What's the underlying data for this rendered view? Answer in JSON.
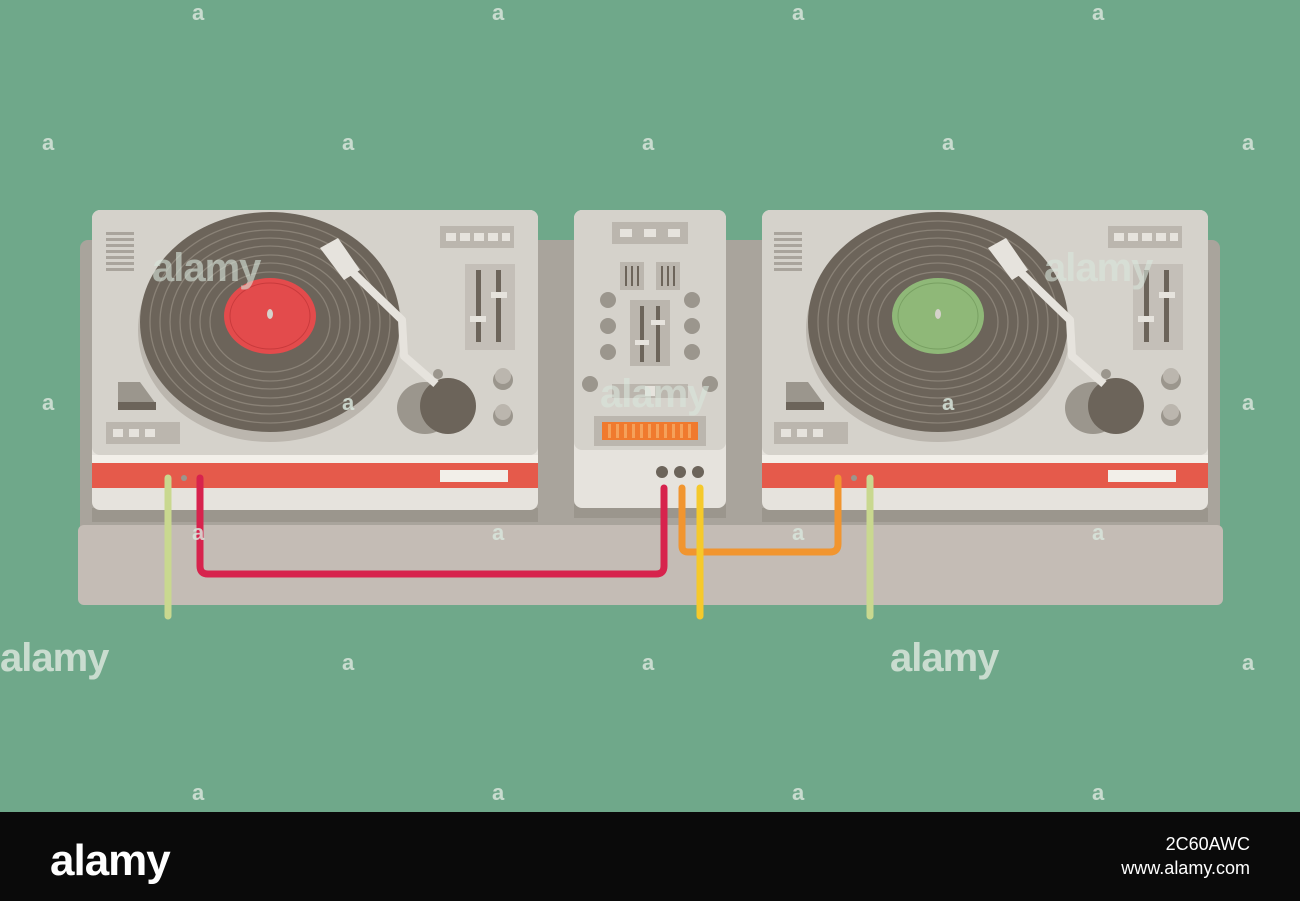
{
  "scene": {
    "background_color": "#6fa88a",
    "subject": "dj-setup",
    "left_label_color": "#e34b4c",
    "right_label_color": "#8fb878",
    "cable_colors": [
      "#c9d88f",
      "#d7234d",
      "#f1952f",
      "#f5c92b"
    ]
  },
  "watermarks": {
    "mark": "a",
    "word": "alamy"
  },
  "footer": {
    "logo": "alamy",
    "image_id": "2C60AWC",
    "site": "www.alamy.com"
  }
}
